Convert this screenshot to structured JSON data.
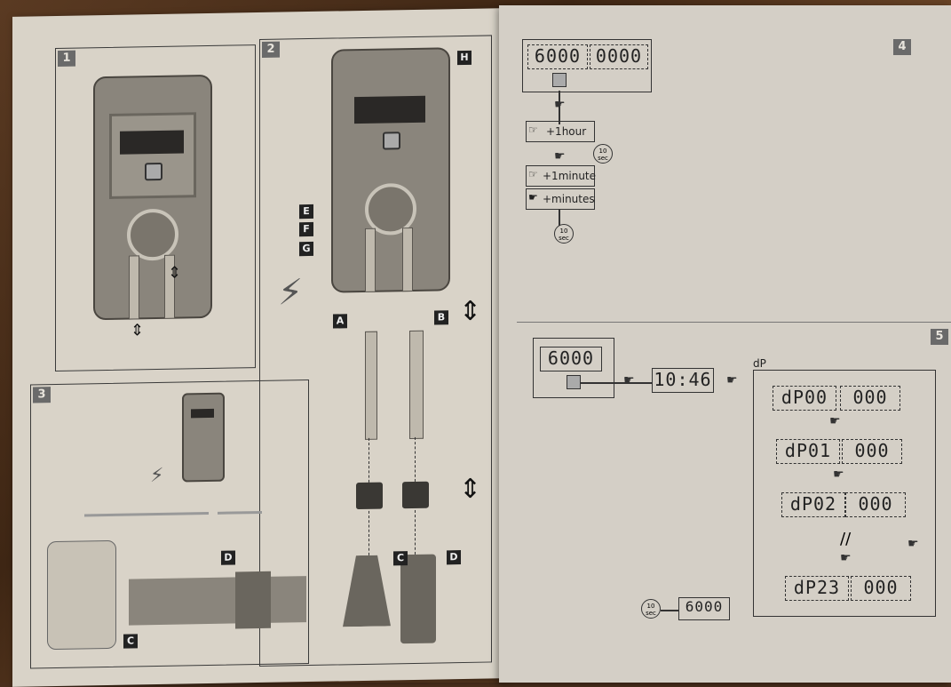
{
  "panels": {
    "p1": "1",
    "p2": "2",
    "p3": "3",
    "p4": "4",
    "p5": "5"
  },
  "labels": {
    "A": "A",
    "B": "B",
    "C": "C",
    "D": "D",
    "E": "E",
    "F": "F",
    "G": "G",
    "H": "H",
    "C3": "C",
    "D3": "D"
  },
  "panel4": {
    "display_left": "6000",
    "display_right": "0000",
    "step1": "+1hour",
    "timeout1": "10 sec",
    "step2": "+1minute",
    "step3": "+minutes",
    "timeout2": "10 sec"
  },
  "panel5": {
    "display": "6000",
    "time": "10:46",
    "dp_label": "dP",
    "rows": [
      {
        "code": "dP00",
        "val": "000"
      },
      {
        "code": "dP01",
        "val": "000"
      },
      {
        "code": "dP02",
        "val": "000"
      },
      {
        "code": "dP23",
        "val": "000"
      }
    ],
    "timeout": "10 sec",
    "final": "6000"
  },
  "icons": {
    "hand": "pointing-hand-icon",
    "timer": "timer-icon",
    "lightning": "lightning-icon",
    "arrow": "double-arrow-icon"
  }
}
